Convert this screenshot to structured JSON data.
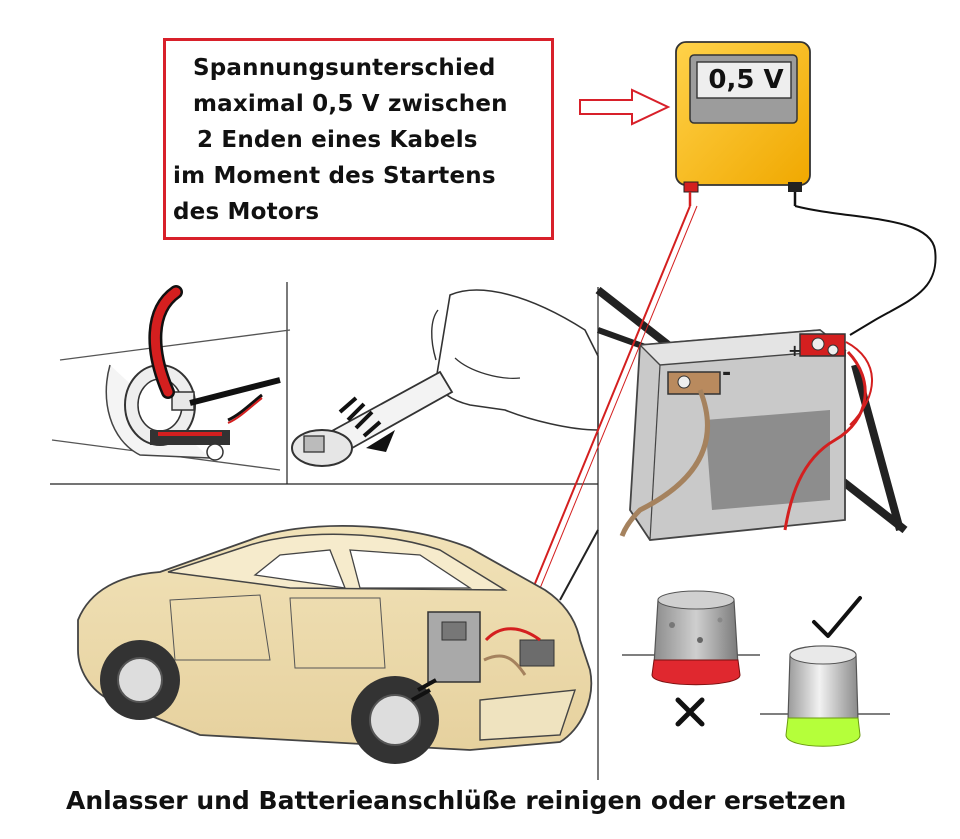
{
  "callout": {
    "lines": [
      "Spannungsunterschied",
      "maximal 0,5 V zwischen",
      "2 Enden eines Kabels",
      "im Moment des Startens",
      "des Motors"
    ],
    "border_color": "#d8202a"
  },
  "meter": {
    "reading": "0,5 V",
    "body_color": "#f5b800"
  },
  "caption": "Anlasser und Batterieanschlüße reinigen oder ersetzen",
  "battery": {
    "minus_sign": "-",
    "plus_sign": "+"
  },
  "icons": [
    "multimeter-icon",
    "wrench-icon",
    "car-icon",
    "battery-icon",
    "starter-motor-icon",
    "checkmark-icon",
    "cross-icon"
  ]
}
